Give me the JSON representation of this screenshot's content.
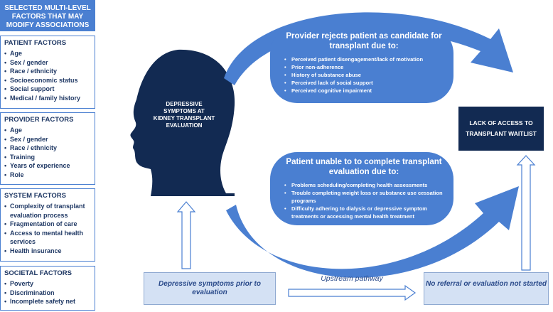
{
  "header": {
    "title": "SELECTED MULTI-LEVEL FACTORS THAT MAY MODIFY ASSOCIATIONS"
  },
  "factors": {
    "patient": {
      "title": "PATIENT FACTORS",
      "items": [
        "Age",
        "Sex / gender",
        "Race / ethnicity",
        "Socioeconomic status",
        "Social support",
        "Medical / family history"
      ]
    },
    "provider": {
      "title": "PROVIDER FACTORS",
      "items": [
        "Age",
        "Sex / gender",
        "Race / ethnicity",
        "Training",
        "Years of experience",
        "Role"
      ]
    },
    "system": {
      "title": "SYSTEM FACTORS",
      "items": [
        "Complexity of  transplant evaluation process",
        "Fragmentation of care",
        "Access to mental health services",
        "Health insurance"
      ]
    },
    "societal": {
      "title": "SOCIETAL FACTORS",
      "items": [
        "Poverty",
        "Discrimination",
        "Incomplete safety net"
      ]
    }
  },
  "head": {
    "text": "DEPRESSIVE SYMPTOMS AT KIDNEY TRANSPLANT EVALUATION"
  },
  "provider_rejects": {
    "title": "Provider rejects patient as candidate for transplant due to:",
    "items": [
      "Perceived patient disengagement/lack of motivation",
      "Prior non-adherence",
      "History of substance abuse",
      "Perceived lack of social support",
      "Perceived cognitive impairment"
    ]
  },
  "patient_unable": {
    "title": "Patient unable to to complete transplant evaluation due to:",
    "items": [
      "Problems scheduling/completing health assessments",
      "Trouble completing weight loss or substance use cessation programs",
      "Difficulty adhering to dialysis or depressive symptom treatments or accessing mental health treatment"
    ]
  },
  "outcome": {
    "text": "LACK OF ACCESS TO TRANSPLANT WAITLIST"
  },
  "bottom": {
    "left": "Depressive symptoms prior to evaluation",
    "pathway": "Upstream pathway",
    "right": "No referral or evaluation not started"
  },
  "colors": {
    "accent": "#4a7fd1",
    "dark": "#122a52",
    "pale": "#d4e1f4"
  }
}
